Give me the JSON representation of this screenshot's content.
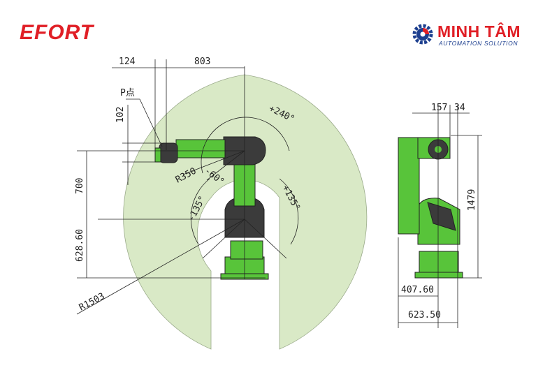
{
  "brand_left": {
    "text": "EFORT",
    "color": "#e01f26"
  },
  "brand_right": {
    "name": "MINH TÂM",
    "subtitle": "AUTOMATION SOLUTION",
    "icon": "gear-logo-icon",
    "name_color": "#e01f26",
    "sub_color": "#1d3f8f"
  },
  "colors": {
    "workspace": "#d9e9c6",
    "robot_green": "#58c43a",
    "robot_dark": "#3b3b3b",
    "line": "#222222"
  },
  "side_view": {
    "dim_top_offset": "124",
    "dim_top_reach": "803",
    "point_label": "P点",
    "dim_wrist_height": "102",
    "dim_arm_height": "700",
    "dim_base_height": "628.60",
    "radius_outer": "R1503",
    "radius_inner": "R350",
    "angle_axis4": "+240°",
    "angle_axis3": "-60°",
    "angle_axis2_neg": "-135°",
    "angle_axis2_pos": "+135°"
  },
  "front_view": {
    "dim_top_a": "157",
    "dim_top_b": "34",
    "dim_total_height": "1479",
    "dim_base_width": "407.60",
    "dim_total_width": "623.50"
  }
}
